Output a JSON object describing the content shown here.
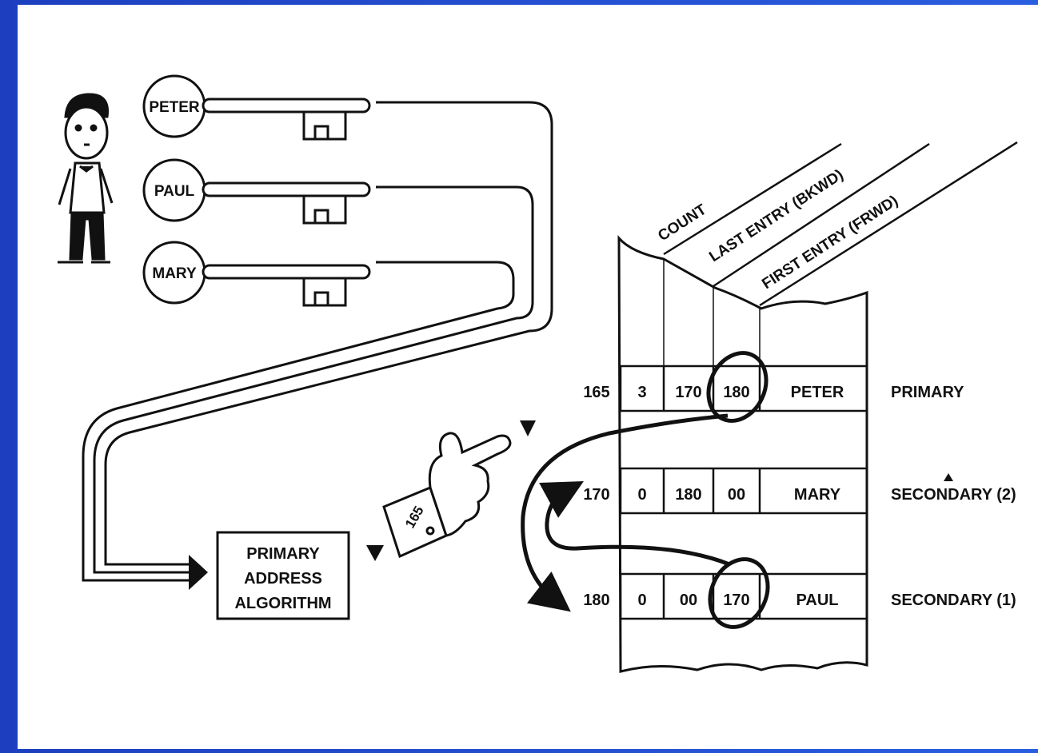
{
  "keys": [
    "PETER",
    "PAUL",
    "MARY"
  ],
  "algorithm": {
    "line1": "PRIMARY",
    "line2": "ADDRESS",
    "line3": "ALGORITHM"
  },
  "cuff_number": "165",
  "headers": {
    "count": "COUNT",
    "last": "LAST ENTRY (BKWD)",
    "first": "FIRST ENTRY (FRWD)"
  },
  "rows": [
    {
      "addr": "165",
      "count": "3",
      "last": "170",
      "first": "180",
      "name": "PETER",
      "type": "PRIMARY"
    },
    {
      "addr": "170",
      "count": "0",
      "last": "180",
      "first": "00",
      "name": "MARY",
      "type": "SECONDARY (2)"
    },
    {
      "addr": "180",
      "count": "0",
      "last": "00",
      "first": "170",
      "name": "PAUL",
      "type": "SECONDARY (1)"
    }
  ]
}
